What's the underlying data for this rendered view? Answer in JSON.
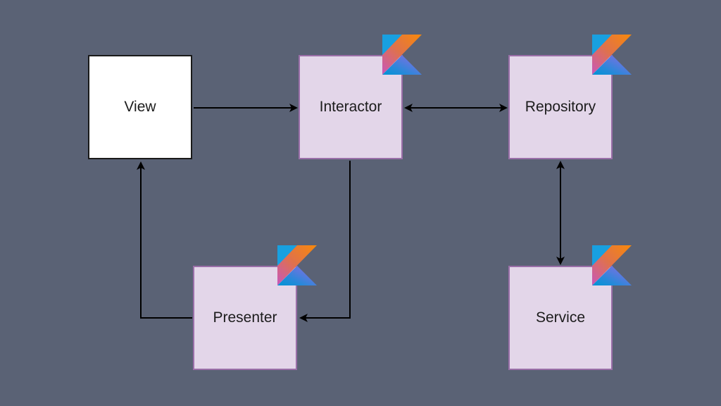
{
  "diagram": {
    "nodes": {
      "view": {
        "label": "View",
        "kotlin": false
      },
      "interactor": {
        "label": "Interactor",
        "kotlin": true
      },
      "repository": {
        "label": "Repository",
        "kotlin": true
      },
      "presenter": {
        "label": "Presenter",
        "kotlin": true
      },
      "service": {
        "label": "Service",
        "kotlin": true
      }
    },
    "edges": [
      {
        "from": "View",
        "to": "Interactor",
        "direction": "one-way"
      },
      {
        "from": "Interactor",
        "to": "Repository",
        "direction": "two-way"
      },
      {
        "from": "Repository",
        "to": "Service",
        "direction": "two-way"
      },
      {
        "from": "Interactor",
        "to": "Presenter",
        "direction": "one-way"
      },
      {
        "from": "Presenter",
        "to": "View",
        "direction": "one-way"
      }
    ]
  },
  "colors": {
    "background": "#5a6275",
    "view_fill": "#ffffff",
    "module_fill": "#e3d6e9",
    "module_border": "#9a6fa8",
    "arrow": "#000000"
  },
  "icons": {
    "module_badge": "kotlin-logo-icon"
  }
}
